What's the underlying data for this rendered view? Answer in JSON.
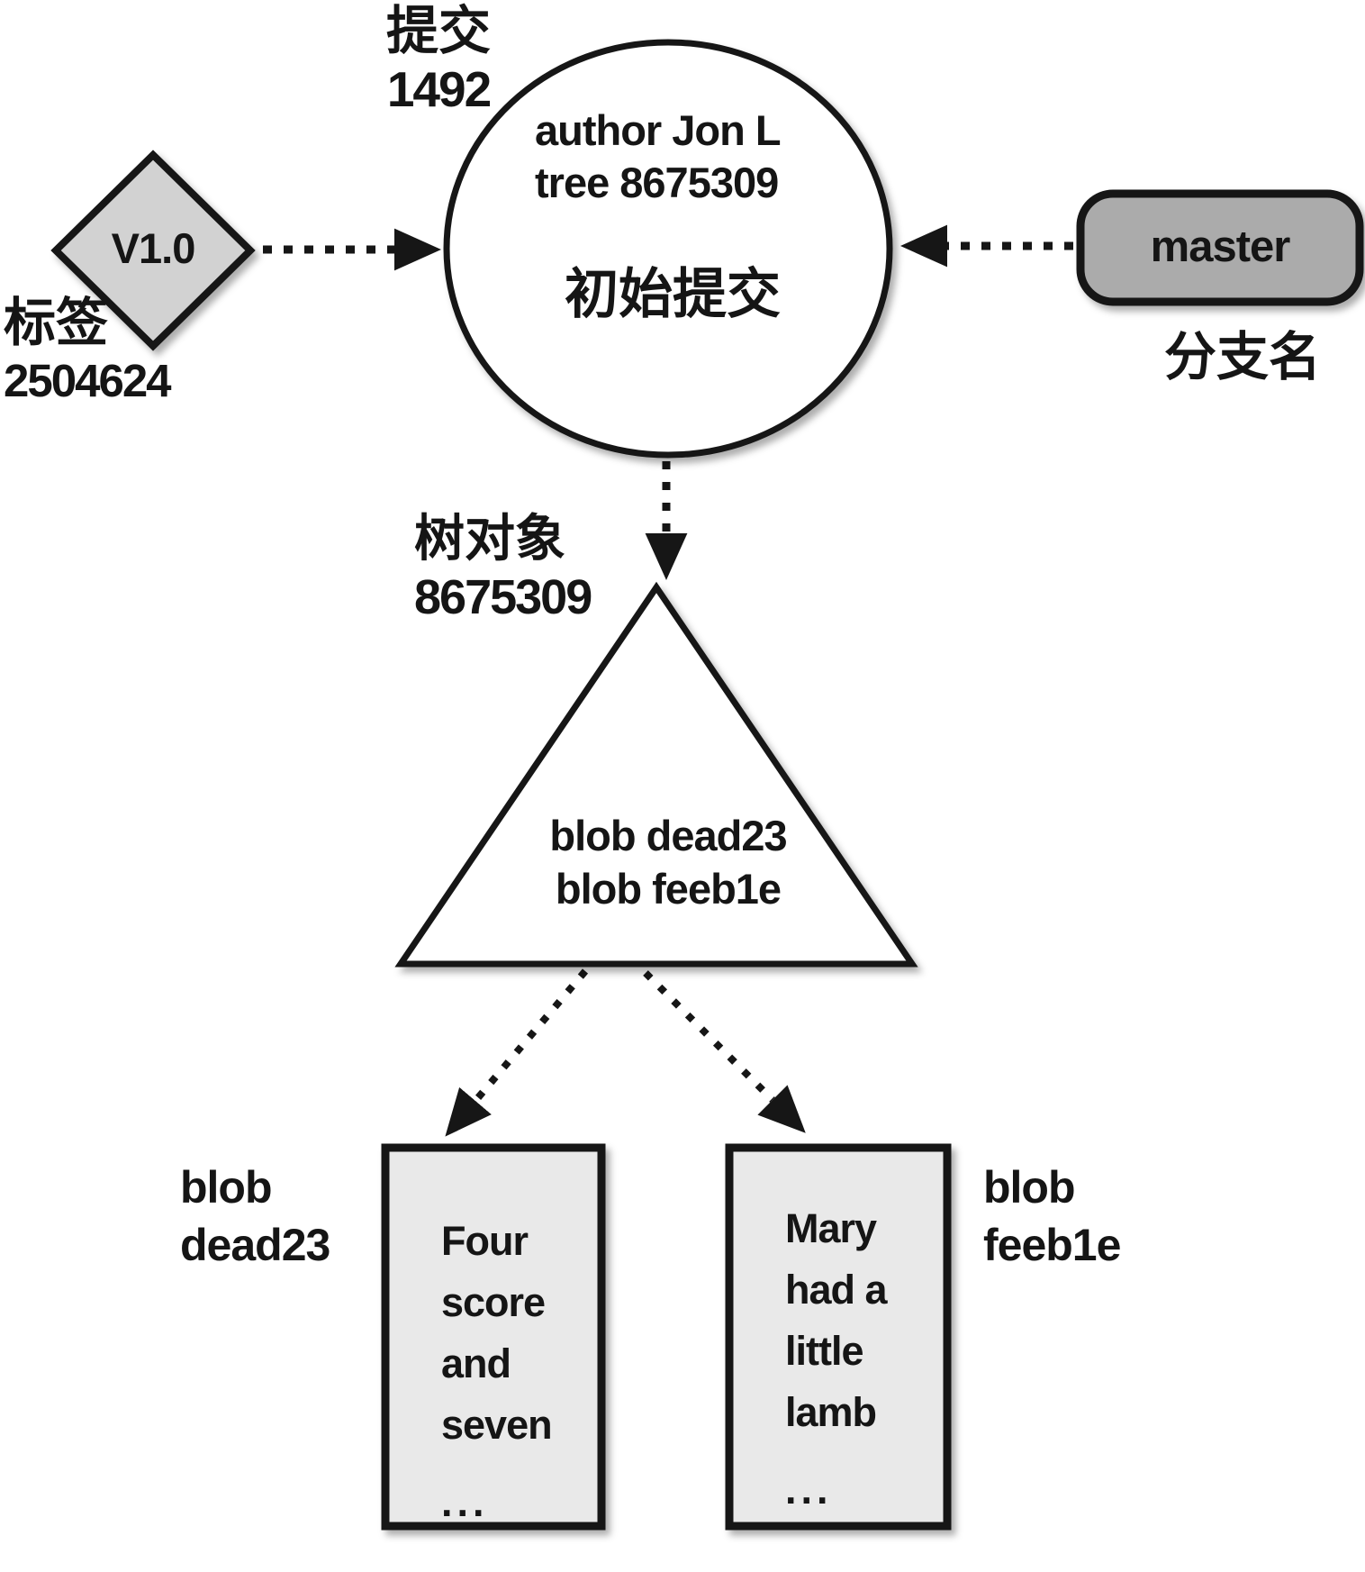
{
  "diagram": {
    "commit": {
      "label_zh": "提交",
      "label_id": "1492",
      "meta_line1": "author Jon L",
      "meta_line2": "tree 8675309",
      "title_zh": "初始提交"
    },
    "tag": {
      "node_text": "V1.0",
      "label_zh": "标签",
      "label_id": "2504624"
    },
    "branch": {
      "node_text": "master",
      "label_zh": "分支名"
    },
    "tree": {
      "label_zh": "树对象",
      "label_id": "8675309",
      "content_line1": "blob dead23",
      "content_line2": "blob feeb1e"
    },
    "blob_left": {
      "label_line1": "blob",
      "label_line2": "dead23",
      "content": [
        "Four",
        "score",
        "and",
        "seven",
        "..."
      ]
    },
    "blob_right": {
      "label_line1": "blob",
      "label_line2": "feeb1e",
      "content": [
        "Mary",
        "had a",
        "little",
        "lamb",
        "..."
      ]
    },
    "colors": {
      "background": "#ffffff",
      "stroke": "#161616",
      "tag_fill": "#d2d2d2",
      "branch_fill": "#ababab",
      "blob_fill": "#e9e9e9",
      "node_fill": "#ffffff"
    }
  }
}
